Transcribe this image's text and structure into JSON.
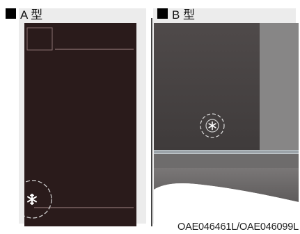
{
  "labels": {
    "type_a": "A 型",
    "type_b": "B 型"
  },
  "caption": "OAE046461L/OAE046099L",
  "icons": {
    "type_a_button": "snowflake-icon",
    "type_b_button": "snowflake-icon"
  },
  "colors": {
    "type_a_panel": "#2a1b1b",
    "type_b_panel": "#4b4646",
    "type_b_body": "#8b8a8a",
    "type_b_chrome": "#9aa0a6"
  }
}
